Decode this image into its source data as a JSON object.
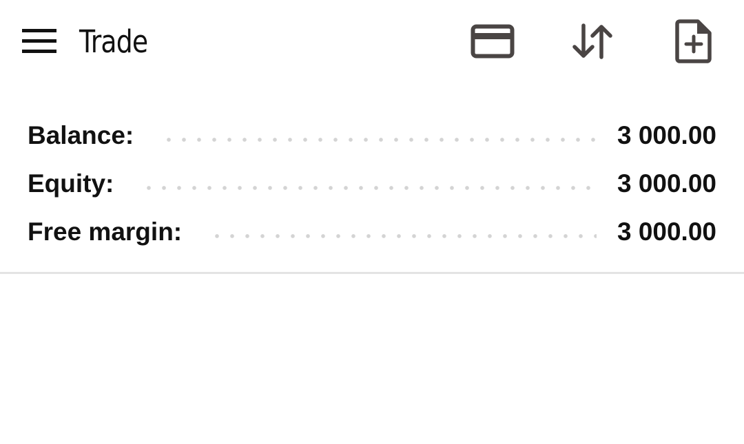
{
  "header": {
    "title": "Trade",
    "icons": {
      "menu": "hamburger-menu-icon",
      "deposit": "credit-card-icon",
      "sort": "sort-arrows-icon",
      "new_order": "file-plus-icon"
    },
    "icon_color": "#4a4544"
  },
  "account": {
    "rows": [
      {
        "label": "Balance:",
        "value": "3 000.00"
      },
      {
        "label": "Equity:",
        "value": "3 000.00"
      },
      {
        "label": "Free margin:",
        "value": "3 000.00"
      }
    ]
  }
}
